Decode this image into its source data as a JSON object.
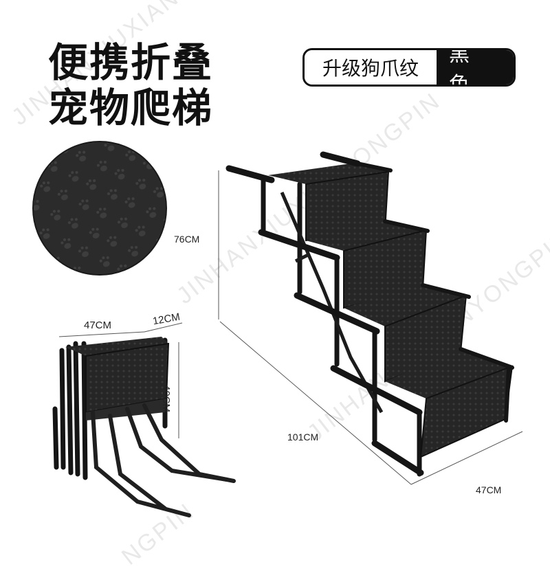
{
  "title": {
    "line1": "便携折叠",
    "line2": "宠物爬梯"
  },
  "badge": {
    "feature": "升级狗爪纹",
    "color": "黑 色"
  },
  "dimensions": {
    "unfolded_height": "76CM",
    "unfolded_length": "101CM",
    "unfolded_width": "47CM",
    "folded_width": "47CM",
    "folded_depth": "12CM",
    "folded_height": "40CM"
  },
  "watermarks": [
    "JINHANXIUXIANYONGPIN",
    "JINHANXIUXIANYONGPIN",
    "JINHANXIUXIANYONGPIN",
    "NGPIN"
  ]
}
